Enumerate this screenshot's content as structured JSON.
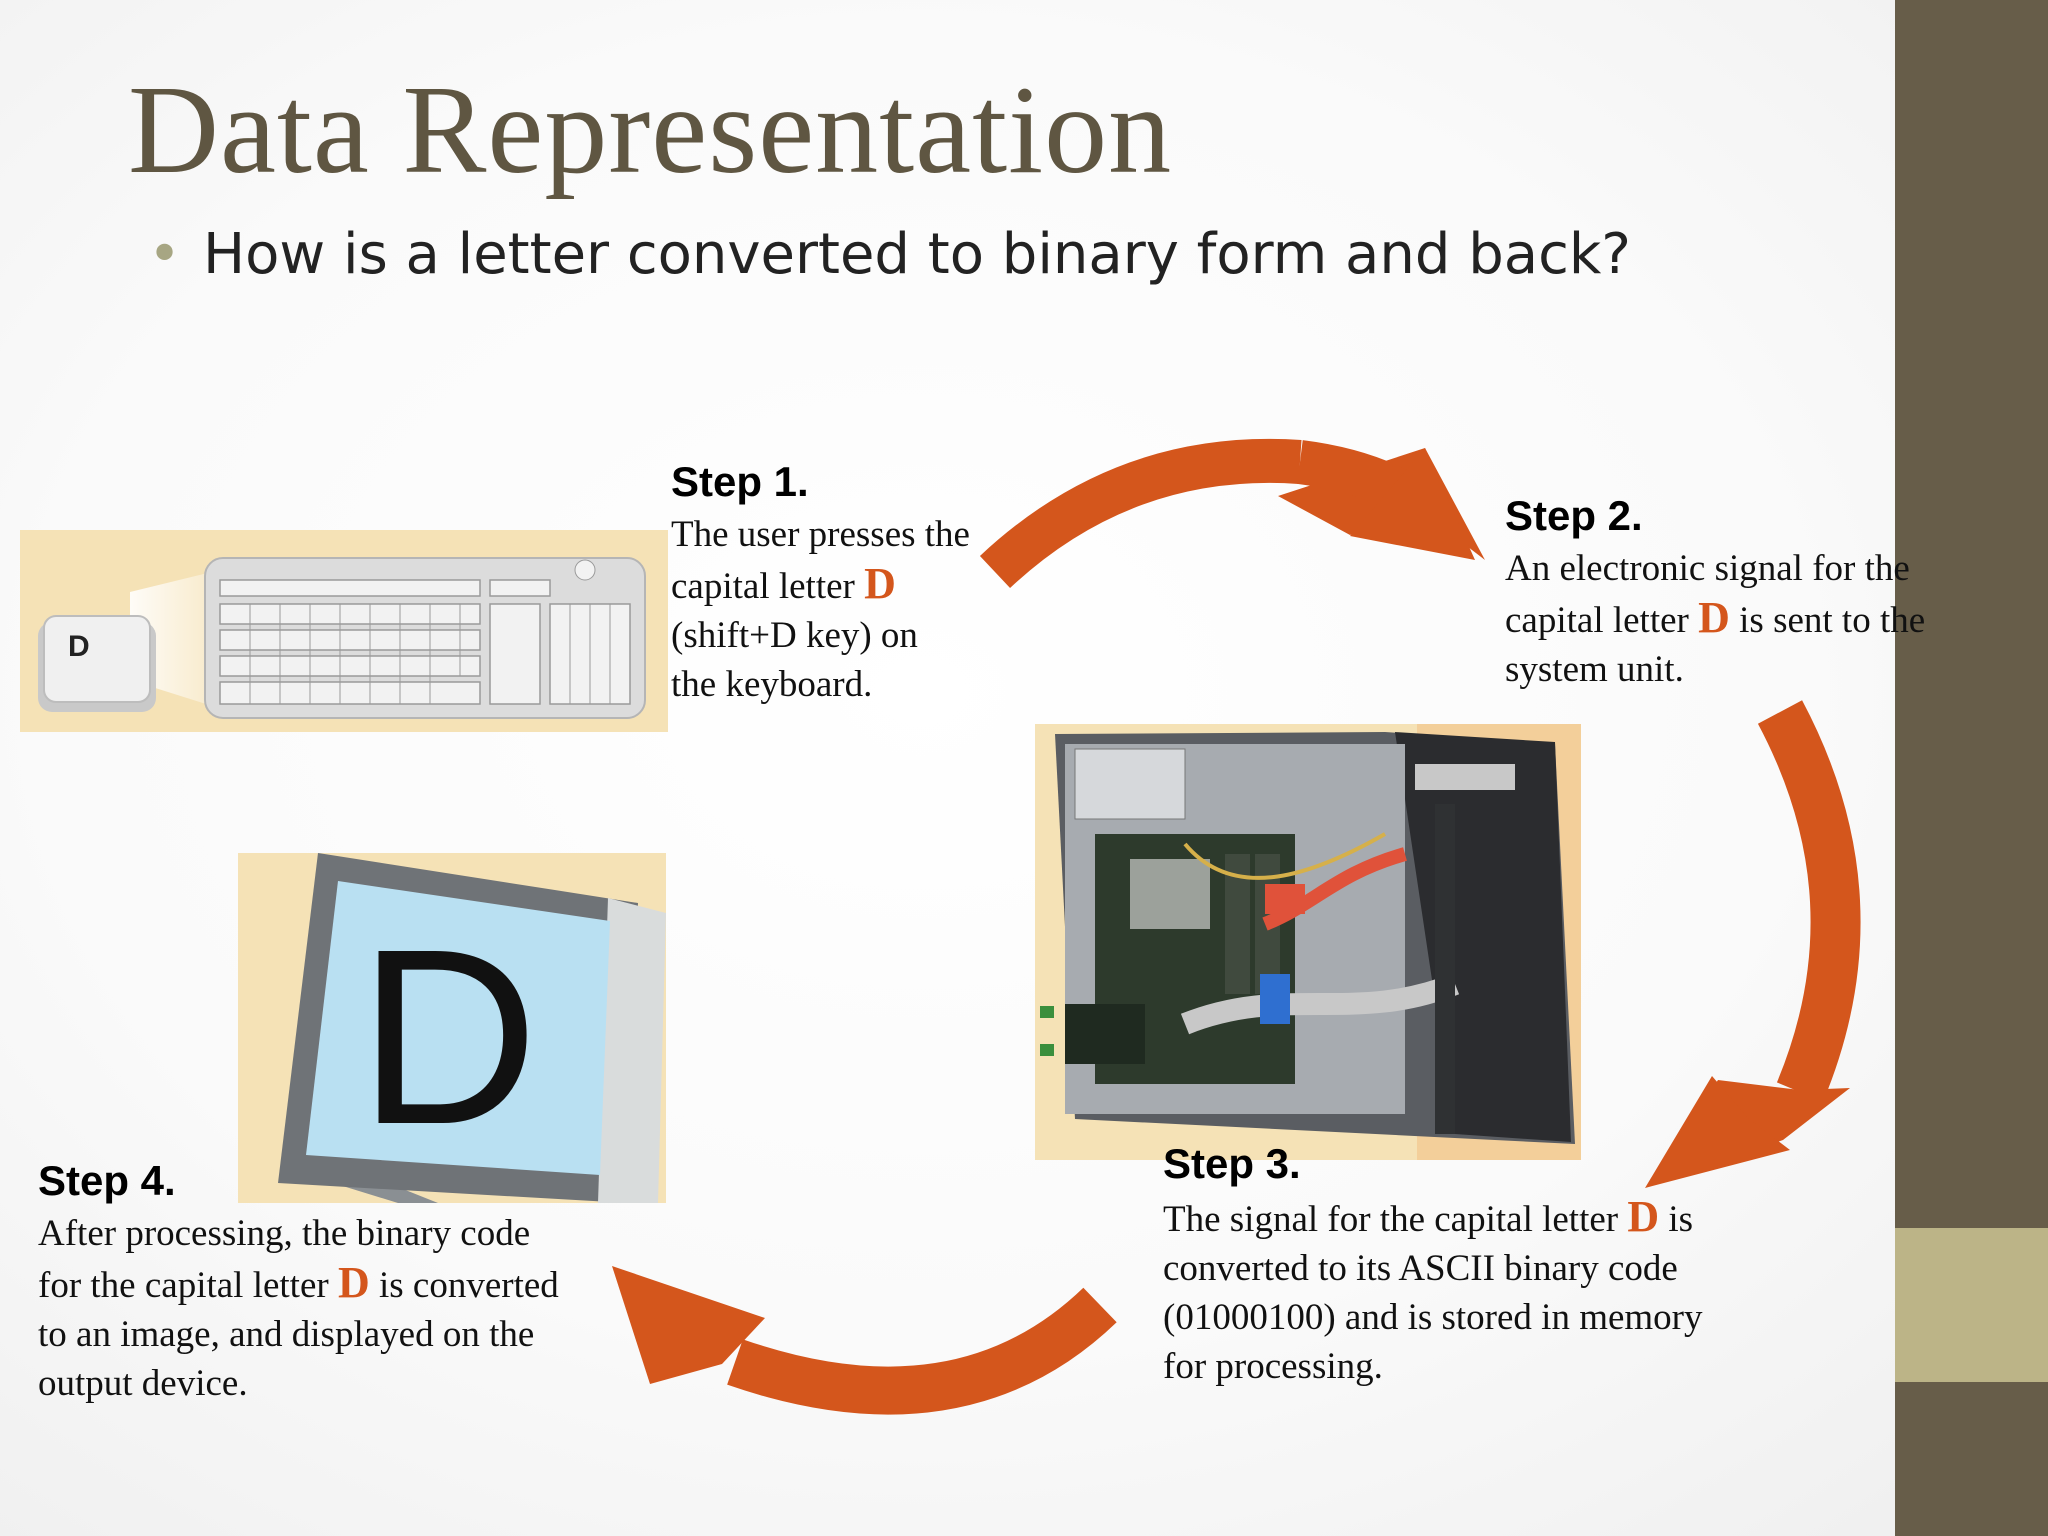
{
  "slide": {
    "title": "Data Representation",
    "bullet": "How is a letter converted to binary form and back?"
  },
  "steps": {
    "step1": {
      "title": "Step 1.",
      "before": "The user presses the capital letter ",
      "highlight": "D",
      "after": " (shift+D key) on the keyboard."
    },
    "step2": {
      "title": "Step 2.",
      "before": "An electronic signal for the capital letter ",
      "highlight": "D",
      "after": " is sent to the system unit."
    },
    "step3": {
      "title": "Step 3.",
      "before": "The signal for the capital letter ",
      "highlight": "D",
      "after": " is converted to its ASCII binary code (01000100) and is stored in memory for processing."
    },
    "step4": {
      "title": "Step 4.",
      "before": "After processing, the binary code for the capital letter ",
      "highlight": "D",
      "after": " is converted to an image, and displayed on the output device."
    }
  },
  "images": {
    "keycap_letter": "D",
    "monitor_letter": "D"
  },
  "colors": {
    "title": "#5f5642",
    "accent_orange": "#d4561c",
    "sidebar": "#675d49",
    "sidebar_accent": "#bcb487",
    "bullet": "#a7a683"
  },
  "icons": {
    "arrows": "curved-arrow-icon"
  }
}
